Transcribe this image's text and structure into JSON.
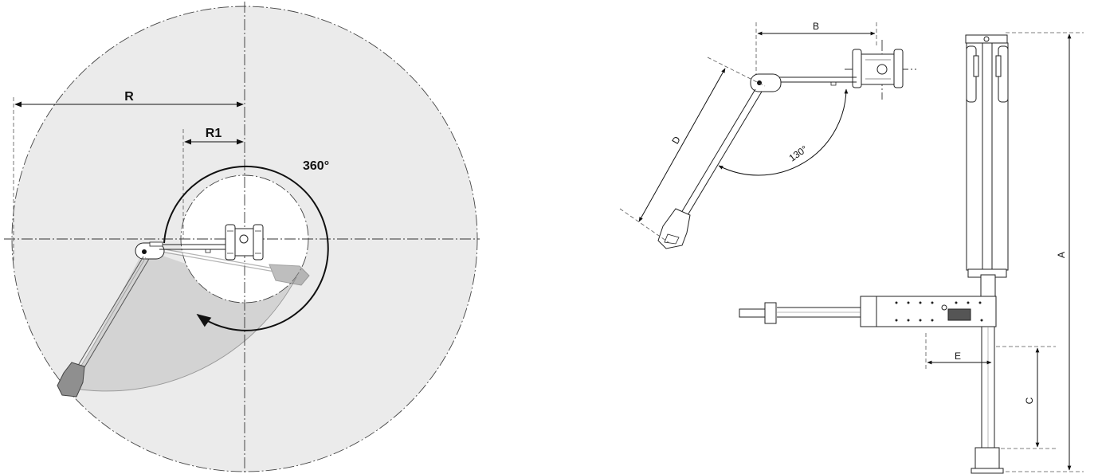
{
  "left_view": {
    "labels": {
      "radius": "R",
      "inner_radius": "R1",
      "rotation": "360°"
    }
  },
  "right_view": {
    "labels": {
      "total_height": "A",
      "arm_length": "B",
      "base_height": "C",
      "boom_length": "D",
      "offset": "E",
      "swing_angle": "130°"
    }
  },
  "colors": {
    "workspace_fill": "#ebebeb",
    "sweep_fill": "#d3d3d3",
    "line": "#222222"
  }
}
